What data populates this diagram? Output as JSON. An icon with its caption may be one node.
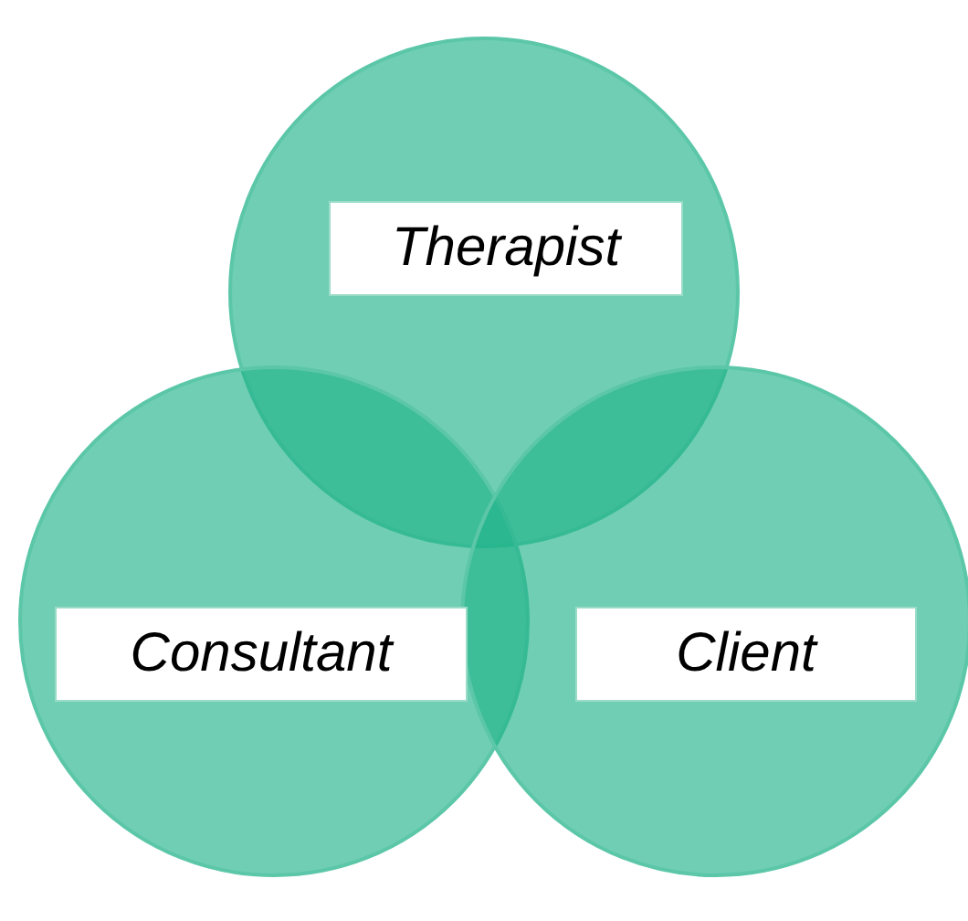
{
  "diagram": {
    "nodes": [
      {
        "text": [
          "Therapist"
        ]
      },
      {
        "text": [
          "Consultant"
        ]
      },
      {
        "text": [
          "Client"
        ]
      }
    ]
  }
}
